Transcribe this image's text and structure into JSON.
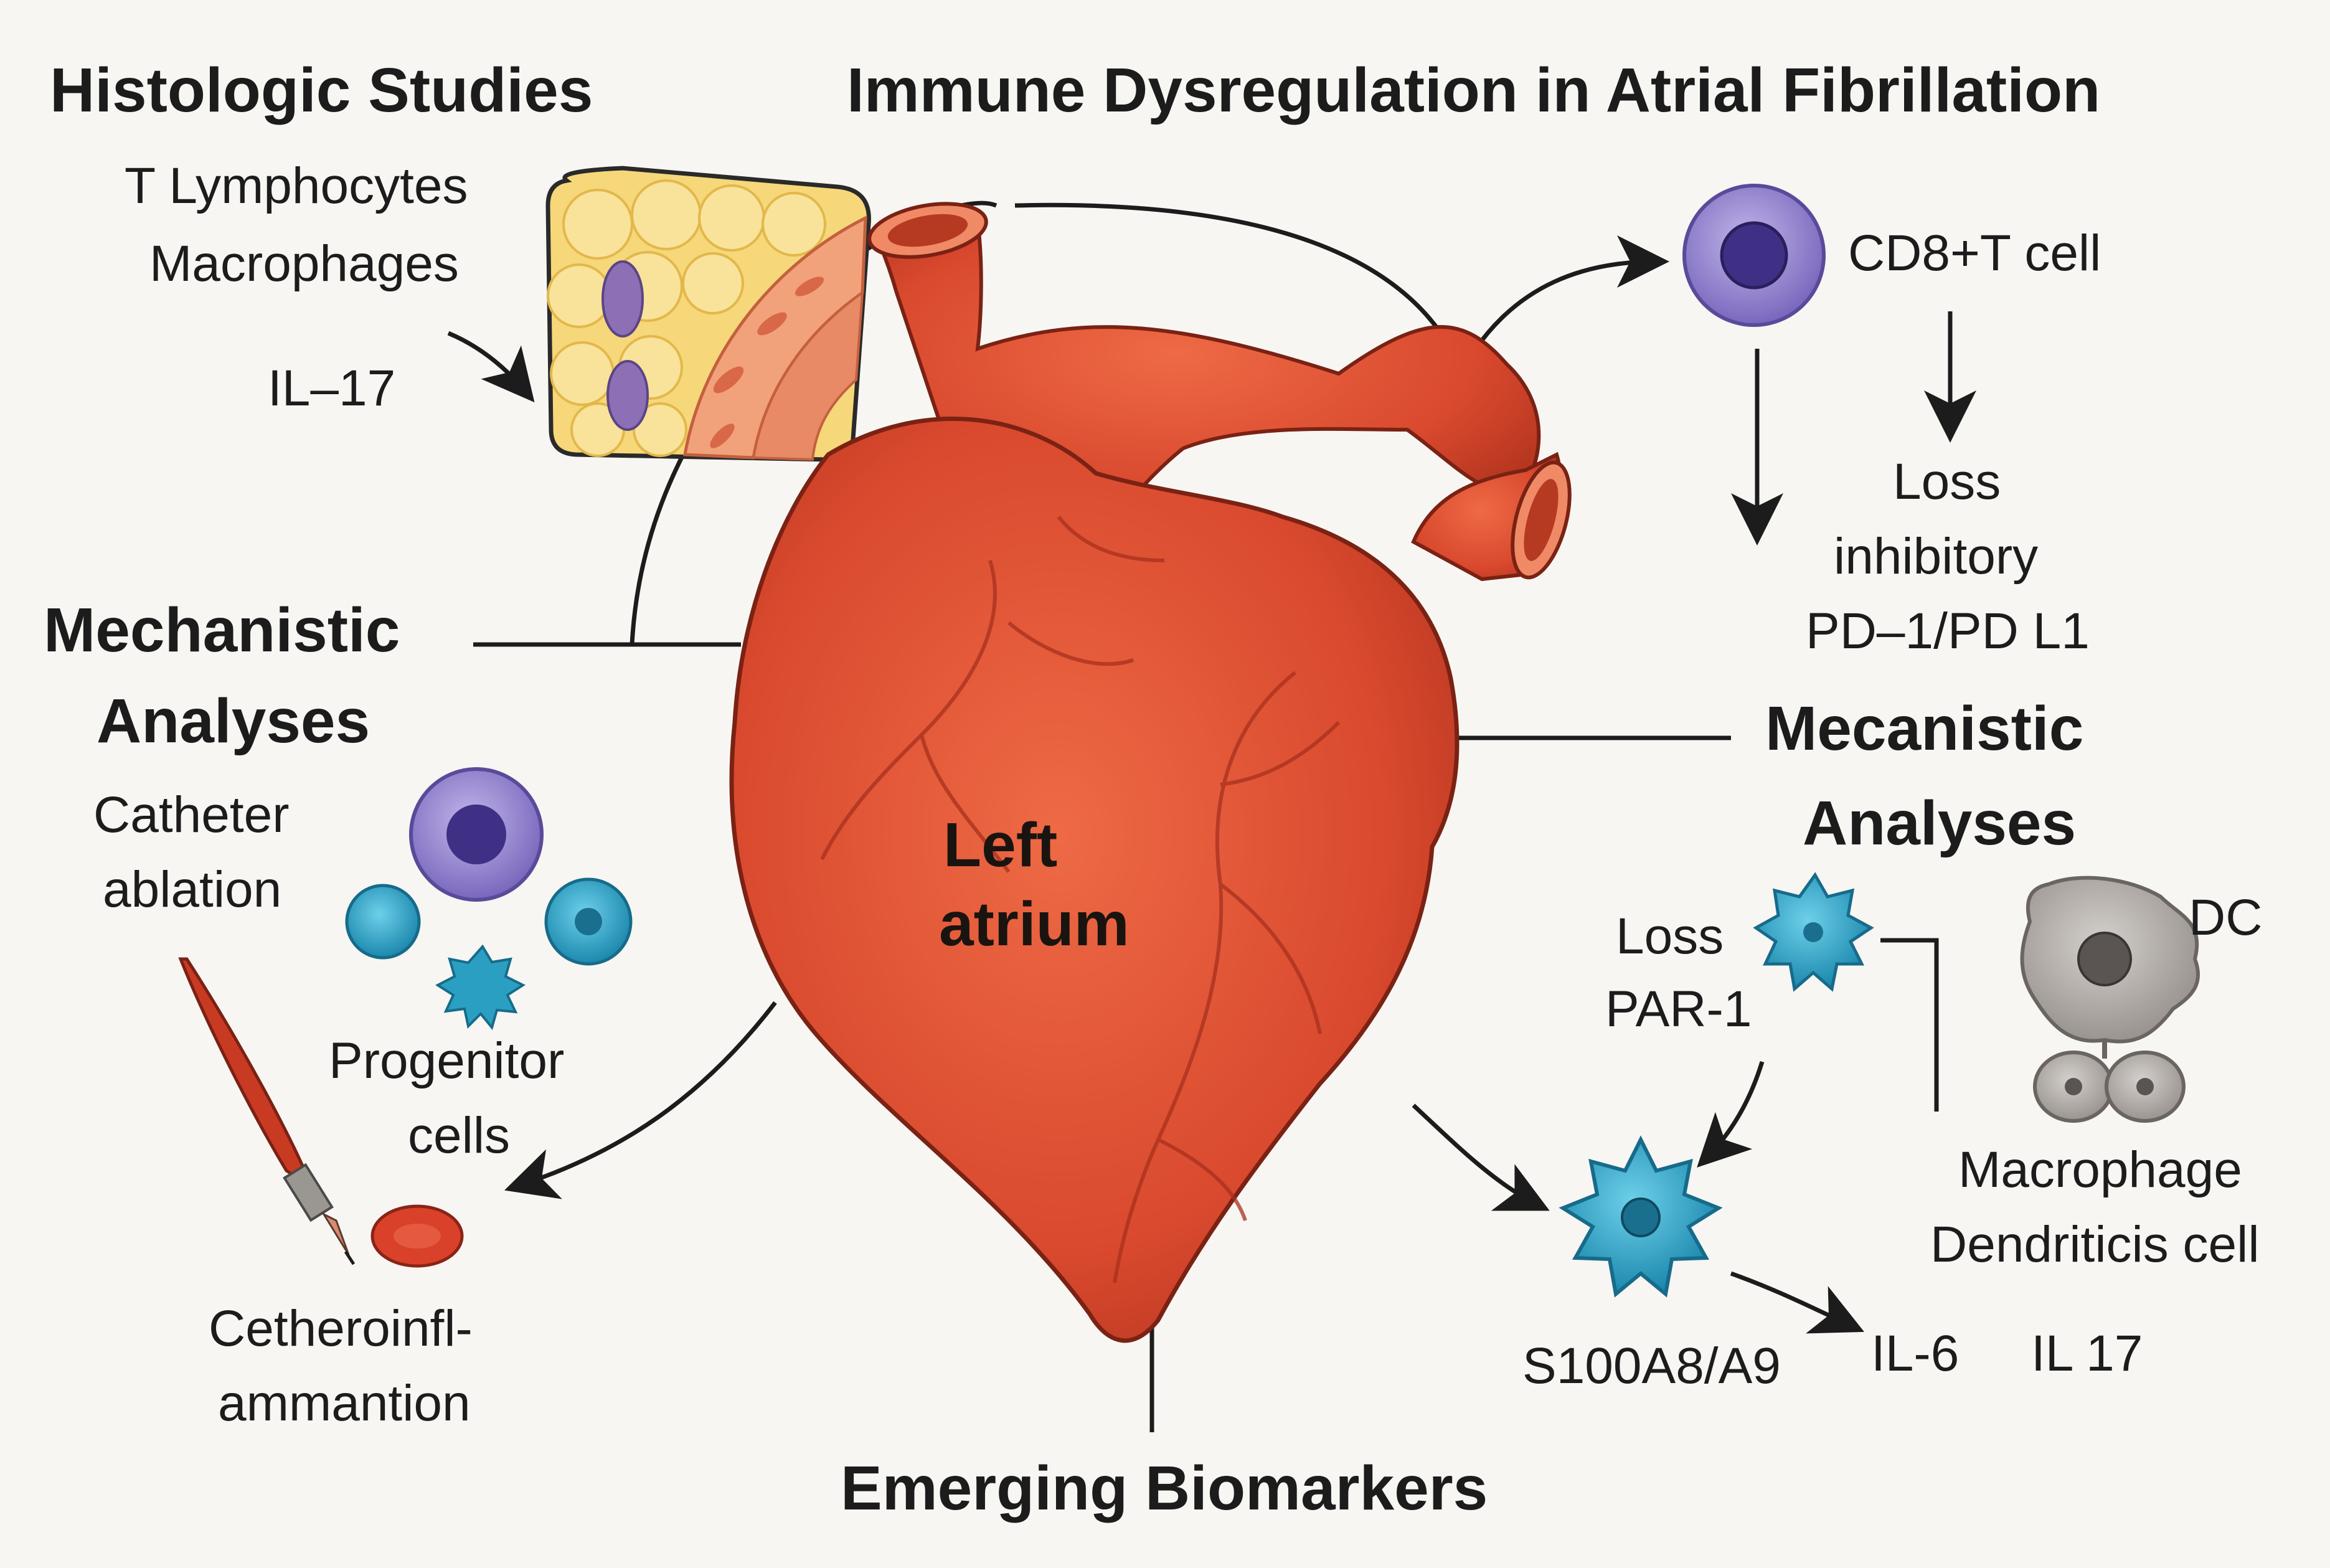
{
  "title": "Immune Dysregulation in Atrial Fibrillation",
  "histologic": {
    "heading": "Histologic Studies",
    "line1": "T Lymphocytes",
    "line2": "Macrophages",
    "il17": "IL–17"
  },
  "mechanistic_left": {
    "line1": "Mechanistic",
    "line2": "Analyses",
    "catheter1": "Catheter",
    "catheter2": "ablation",
    "progenitor1": "Progenitor",
    "progenitor2": "cells",
    "cethero1": "Cetheroinfl-",
    "cethero2": "ammantion"
  },
  "heart": {
    "label1": "Left",
    "label2": "atrium"
  },
  "cd8": {
    "label": "CD8+T cell",
    "loss1": "Loss",
    "loss2": "inhibitory",
    "loss3": "PD–1/PD L1"
  },
  "mechanistic_right": {
    "line1": "Mecanistic",
    "line2": "Analyses",
    "loss1": "Loss",
    "loss2": "PAR-1",
    "dc": "DC",
    "macro1": "Macrophage",
    "macro2": "Dendriticis cell",
    "s100": "S100A8/A9",
    "il6": "IL-6",
    "il17": "IL 17"
  },
  "footer": {
    "emerging": "Emerging Biomarkers"
  },
  "colors": {
    "heart": "#d9492e",
    "heart_dark": "#a8301d",
    "purple_cell": "#8a78c9",
    "teal_cell": "#2a9fc2",
    "macrophage": "#a8a3a0",
    "fat": "#f6d77a"
  }
}
